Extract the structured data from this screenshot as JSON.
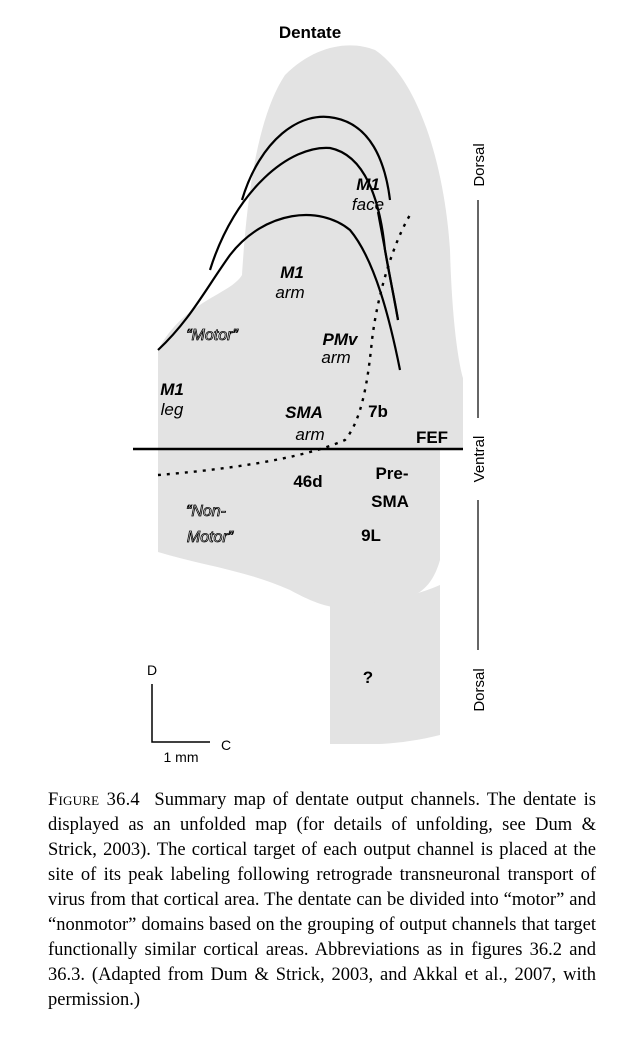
{
  "title": "Dentate",
  "labels": {
    "m1_face_a": "M1",
    "m1_face_b": "face",
    "m1_arm_a": "M1",
    "m1_arm_b": "arm",
    "motor": "“Motor”",
    "pmv_a": "PMv",
    "pmv_b": "arm",
    "m1_leg_a": "M1",
    "m1_leg_b": "leg",
    "sma_a": "SMA",
    "sma_b": "arm",
    "area_7b": "7b",
    "fef": "FEF",
    "area_46d": "46d",
    "presma_a": "Pre-",
    "presma_b": "SMA",
    "nonmotor_a": "“Non-",
    "nonmotor_b": "Motor”",
    "area_9l": "9L",
    "unknown": "?"
  },
  "axis": {
    "dorsal_top": "Dorsal",
    "ventral": "Ventral",
    "dorsal_bottom": "Dorsal"
  },
  "scale": {
    "d": "D",
    "c": "C",
    "bar_label": "1 mm"
  },
  "caption": {
    "label": "Figure 36.4",
    "text": "Summary map of dentate output channels. The dentate is displayed as an unfolded map (for details of unfolding, see Dum & Strick, 2003). The cortical target of each output channel is placed at the site of its peak labeling following retrograde transneuronal transport of virus from that cortical area. The dentate can be divided into “motor” and “nonmotor” domains based on the grouping of output channels that target functionally similar cortical areas. Abbreviations as in figures 36.2 and 36.3. (Adapted from Dum & Strick, 2003, and Akkal et al., 2007, with permission.)"
  },
  "colors": {
    "fill": "#e3e3e3",
    "stroke": "#000000"
  }
}
